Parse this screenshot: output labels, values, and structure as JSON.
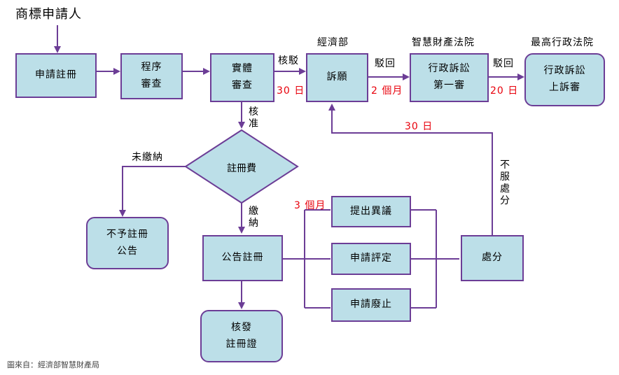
{
  "title": "商標申請人",
  "boxes": {
    "apply": "申請註冊",
    "procedure": [
      "程序",
      "審查"
    ],
    "substantive": [
      "實體",
      "審查"
    ],
    "appeal": "訴願",
    "admin_first": [
      "行政訴訟",
      "第一審"
    ],
    "admin_appeal": [
      "行政訴訟",
      "上訴審"
    ],
    "fee": "註冊費",
    "not_register": [
      "不予註冊",
      "公告"
    ],
    "publish": "公告註冊",
    "certificate": [
      "核發",
      "註冊證"
    ],
    "opposition": "提出異議",
    "invalidation": "申請評定",
    "cancellation": "申請廢止",
    "disposition": "處分"
  },
  "org_labels": {
    "moea": "經濟部",
    "ip_court": "智慧財產法院",
    "supreme_admin": "最高行政法院"
  },
  "edge_labels": {
    "reject1": "核駁",
    "days30a": "30 日",
    "reject2": "駁回",
    "months2": "2 個月",
    "reject3": "駁回",
    "days20": "20 日",
    "approve": [
      "核",
      "准"
    ],
    "unpaid": "未繳納",
    "paid": [
      "繳",
      "納"
    ],
    "months3": "3 個月",
    "days30b": "30 日",
    "disagree": [
      "不",
      "服",
      "處",
      "分"
    ]
  },
  "source": "圖來自：經濟部智慧財產局",
  "colors": {
    "box_fill": "#bcdfe8",
    "box_border": "#6c3d96",
    "arrow": "#6c3d96",
    "red_text": "#e8000b"
  }
}
